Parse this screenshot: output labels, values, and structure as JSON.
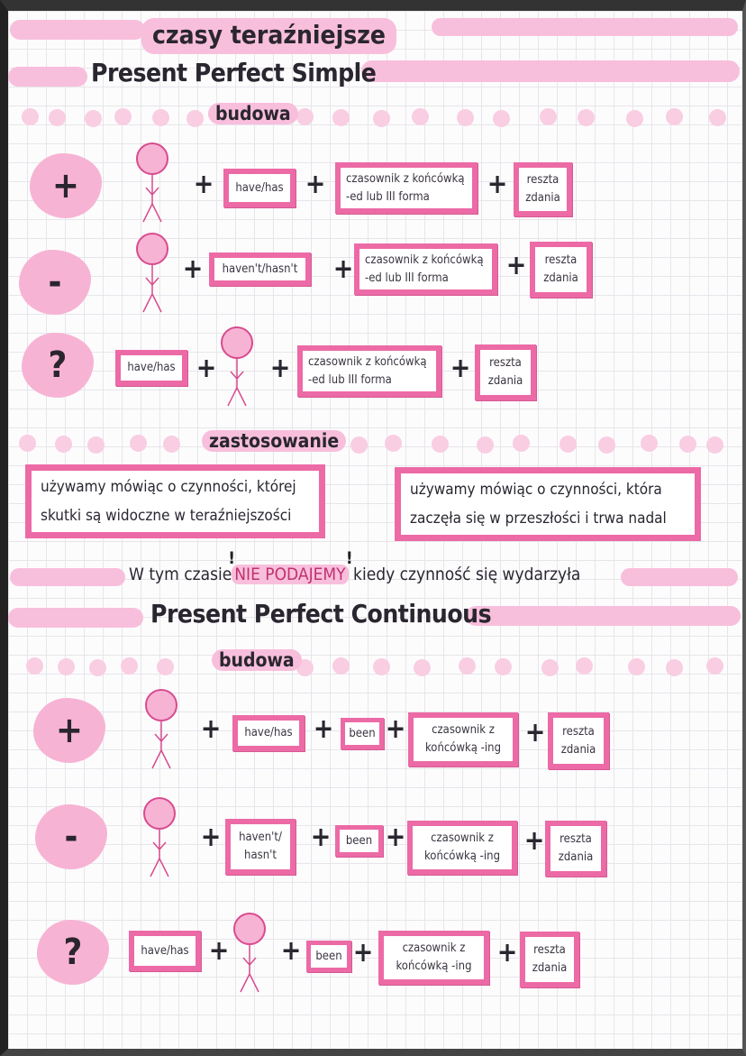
{
  "header": {
    "title": "czasy teraźniejsze"
  },
  "section1": {
    "title": "Present Perfect Simple",
    "structure_label": "budowa",
    "plus_sign": "+",
    "rows": [
      {
        "symbol": "+",
        "parts": [
          "have/has",
          "czasownik z końcówką\n-ed lub III forma",
          "reszta\nzdania"
        ]
      },
      {
        "symbol": "-",
        "parts": [
          "haven't/hasn't",
          "czasownik z końcówką\n-ed lub III forma",
          "reszta\nzdania"
        ]
      },
      {
        "symbol": "?",
        "parts": [
          "have/has",
          "czasownik z końcówką\n-ed lub III forma",
          "reszta\nzdania"
        ]
      }
    ],
    "usage_label": "zastosowanie",
    "usage": [
      "używamy mówiąc o czynności, której\nskutki są widoczne w teraźniejszości",
      "używamy mówiąc o czynności, która\nzaczęła się w przeszłości i trwa nadal"
    ],
    "note": {
      "before": "W tym czasie",
      "highlight": "NIE PODAJEMY",
      "after": "kiedy czynność się wydarzyła",
      "marks": "!"
    }
  },
  "section2": {
    "title": "Present Perfect Continuous",
    "structure_label": "budowa",
    "rows": [
      {
        "symbol": "+",
        "parts": [
          "have/has",
          "been",
          "czasownik z\nkońcówką -ing",
          "reszta\nzdania"
        ]
      },
      {
        "symbol": "-",
        "parts": [
          "haven't/\nhasn't",
          "been",
          "czasownik z\nkońcówką -ing",
          "reszta\nzdania"
        ]
      },
      {
        "symbol": "?",
        "parts": [
          "have/has",
          "been",
          "czasownik z\nkońcówką -ing",
          "reszta\nzdania"
        ]
      }
    ]
  },
  "colors": {
    "pink_light": "#f8bfdc",
    "pink_border": "#ec6aa6"
  }
}
